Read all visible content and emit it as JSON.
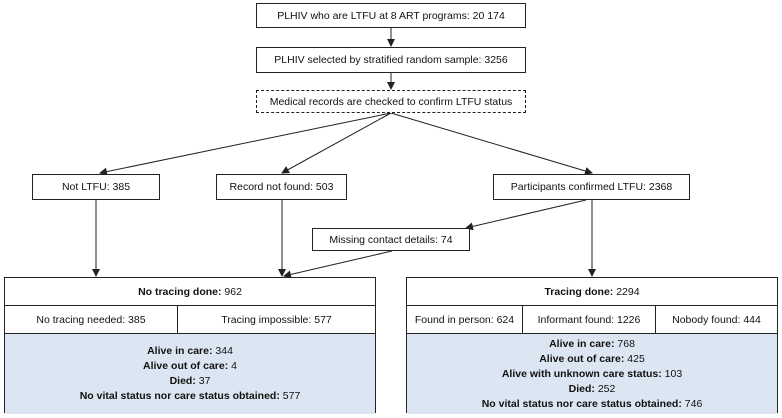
{
  "top": {
    "ltfu_programs": "PLHIV who are LTFU at 8 ART programs: 20 174",
    "sample": "PLHIV selected by stratified random sample: 3256",
    "records_check": "Medical records are checked to confirm LTFU status"
  },
  "branches": {
    "not_ltfu": "Not LTFU: 385",
    "record_not_found": "Record not found: 503",
    "confirmed_ltfu": "Participants confirmed LTFU: 2368",
    "missing_contact": "Missing contact details: 74"
  },
  "no_tracing": {
    "title_label": "No tracing done:",
    "title_value": " 962",
    "cells": [
      "No tracing needed: 385",
      "Tracing impossible: 577"
    ],
    "outcomes": [
      {
        "label": "Alive in care:",
        "value": " 344"
      },
      {
        "label": "Alive out of care:",
        "value": " 4"
      },
      {
        "label": "Died:",
        "value": " 37"
      },
      {
        "label": "No vital status nor care status obtained:",
        "value": " 577"
      }
    ]
  },
  "tracing": {
    "title_label": "Tracing done:",
    "title_value": " 2294",
    "cells": [
      "Found in person: 624",
      "Informant found: 1226",
      "Nobody found: 444"
    ],
    "outcomes": [
      {
        "label": "Alive in care:",
        "value": " 768"
      },
      {
        "label": "Alive out of care:",
        "value": " 425"
      },
      {
        "label": "Alive with unknown care status:",
        "value": " 103"
      },
      {
        "label": "Died:",
        "value": " 252"
      },
      {
        "label": "No vital status nor care status obtained:",
        "value": " 746"
      }
    ]
  },
  "colors": {
    "outcome_fill": "#dce6f2",
    "line": "#222222"
  }
}
